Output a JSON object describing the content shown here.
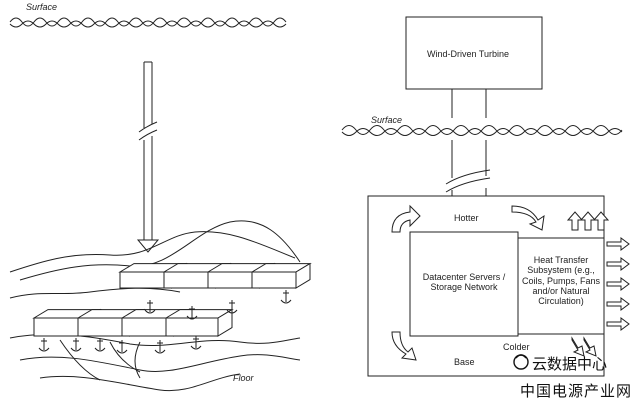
{
  "left_diagram": {
    "surface_label": "Surface",
    "floor_label": "Floor"
  },
  "right_diagram": {
    "turbine_label": "Wind-Driven Turbine",
    "surface_label": "Surface",
    "hotter_label": "Hotter",
    "colder_label": "Colder",
    "base_label": "Base",
    "servers_label_line1": "Datacenter Servers /",
    "servers_label_line2": "Storage Network",
    "heat_lines": [
      "Heat Transfer",
      "Subsystem (e.g.,",
      "Coils, Pumps, Fans",
      "and/or Natural",
      "Circulation)"
    ]
  },
  "watermark": {
    "line1": "云数据中心",
    "line2": "中国电源产业网"
  }
}
